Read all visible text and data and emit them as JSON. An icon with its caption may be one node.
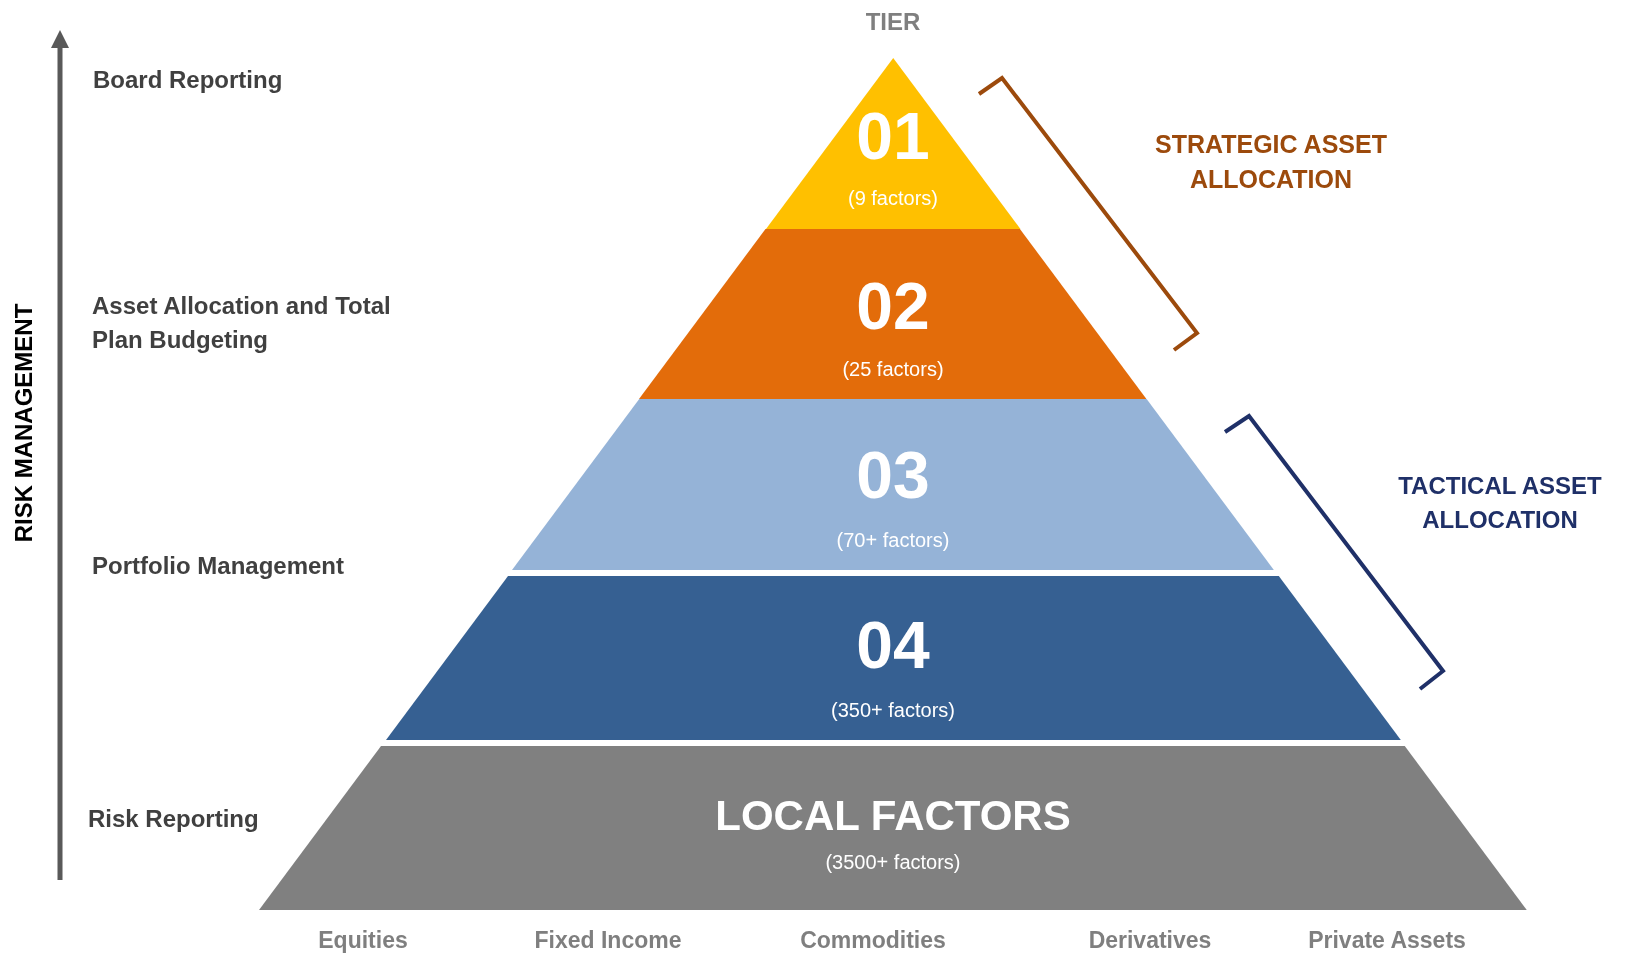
{
  "diagram": {
    "nodes": [
      {
        "text": [
          "01",
          "(9 factors)"
        ]
      },
      {
        "text": [
          "02",
          "(25 factors)"
        ]
      },
      {
        "text": [
          "03",
          "(70+ factors)"
        ]
      },
      {
        "text": [
          "04",
          "(350+ factors)"
        ]
      },
      {
        "text": [
          "LOCAL FACTORS",
          "(3500+ factors)"
        ]
      }
    ],
    "labels": [
      "TIER",
      "Board Reporting",
      "STRATEGIC ASSET ALLOCATION",
      "Asset Allocation and Total Plan Budgeting",
      "RISK MANAGEMENT",
      "TACTICAL ASSET ALLOCATION",
      "Portfolio Management",
      "Risk Reporting",
      "Equities",
      "Fixed Income",
      "Commodities",
      "Derivatives",
      "Private Assets"
    ]
  }
}
